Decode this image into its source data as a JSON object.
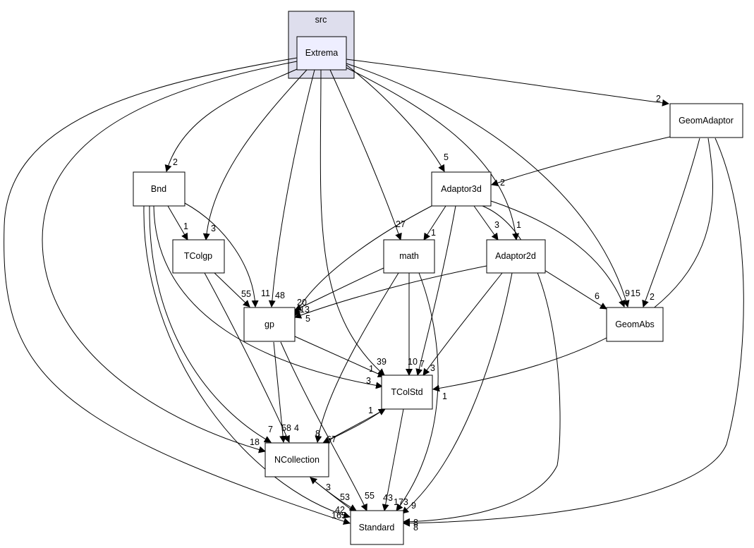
{
  "graph": {
    "cluster_label": "src",
    "nodes": {
      "extrema": "Extrema",
      "geomadaptor": "GeomAdaptor",
      "bnd": "Bnd",
      "adaptor3d": "Adaptor3d",
      "tcolgp": "TColgp",
      "math": "math",
      "adaptor2d": "Adaptor2d",
      "gp": "gp",
      "geomabs": "GeomAbs",
      "tcolstd": "TColStd",
      "ncollection": "NCollection",
      "standard": "Standard"
    },
    "edge_labels": {
      "ext_geomadaptor": "2",
      "ext_bnd": "2",
      "ext_adaptor3d": "5",
      "ga_adaptor3d": "2",
      "ext_tcolgp": "3",
      "bnd_tcolgp": "1",
      "ext_math": "27",
      "a3d_math": "1",
      "a3d_adaptor2d": "3",
      "ext_adaptor2d": "1",
      "tcolgp_gp": "55",
      "bnd_gp": "11",
      "ext_gp": "48",
      "math_gp": "20",
      "a3d_gp": "13",
      "a2d_gp": "5",
      "a2d_geomabs": "6",
      "a3d_geomabs": "9",
      "ext_geomabs": "15",
      "ga_geomabs": "2",
      "ext_tcolstd": "39",
      "gp_tcolstd": "1",
      "bnd_tcolstd": "3",
      "math_tcolstd": "10",
      "a3d_tcolstd": "7",
      "a2d_tcolstd": "3",
      "ga_tcolstd": "1",
      "nc_tcolstd": "1",
      "ext_nc": "18",
      "bnd_nc": "7",
      "gp_nc": "58",
      "tcolgp_nc": "4",
      "math_nc": "8",
      "tcolstd_nc": "67",
      "std_nc": "3",
      "gp_std": "55",
      "nc_std": "53",
      "tcolstd_std": "43",
      "math_std": "173",
      "a2d_std": "9",
      "ext_std": "165",
      "bnd_std": "42",
      "ga_std": "8",
      "a3d_std": "8"
    }
  }
}
